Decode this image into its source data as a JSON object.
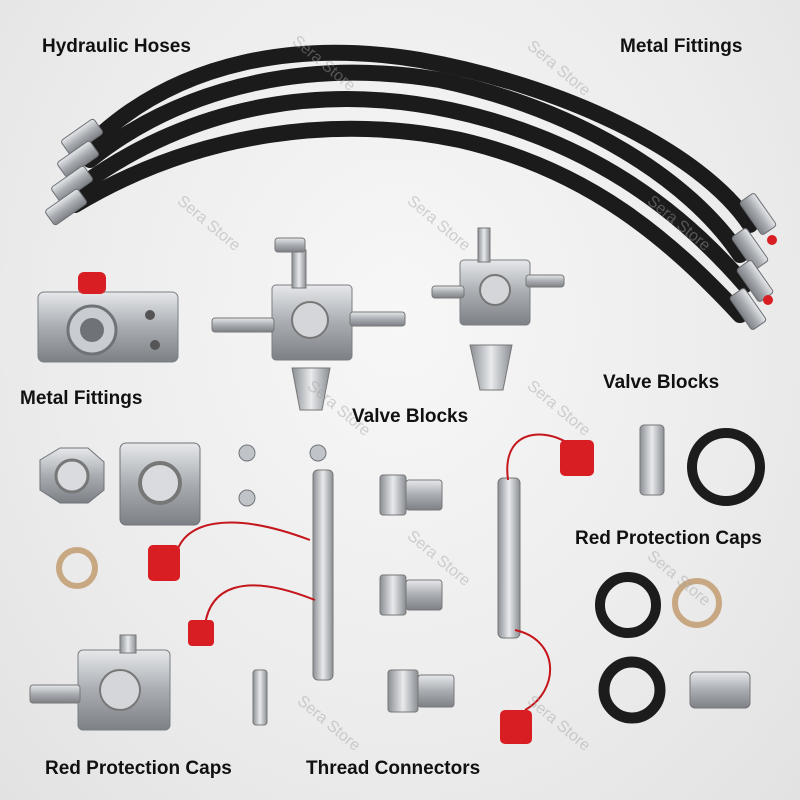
{
  "labels": {
    "hydraulic_hoses": "Hydraulic Hoses",
    "metal_fittings_top": "Metal Fittings",
    "metal_fittings_left": "Metal Fittings",
    "valve_blocks_center": "Valve Blocks",
    "valve_blocks_right": "Valve Blocks",
    "red_caps_right": "Red Protection Caps",
    "red_caps_bottom": "Red Protection Caps",
    "thread_connectors": "Thread Connectors"
  },
  "watermark": "Sera Store",
  "colors": {
    "background": "#efefef",
    "hose": "#1a1a1a",
    "metal": "#b9bcc0",
    "cap_red": "#d81e22"
  }
}
